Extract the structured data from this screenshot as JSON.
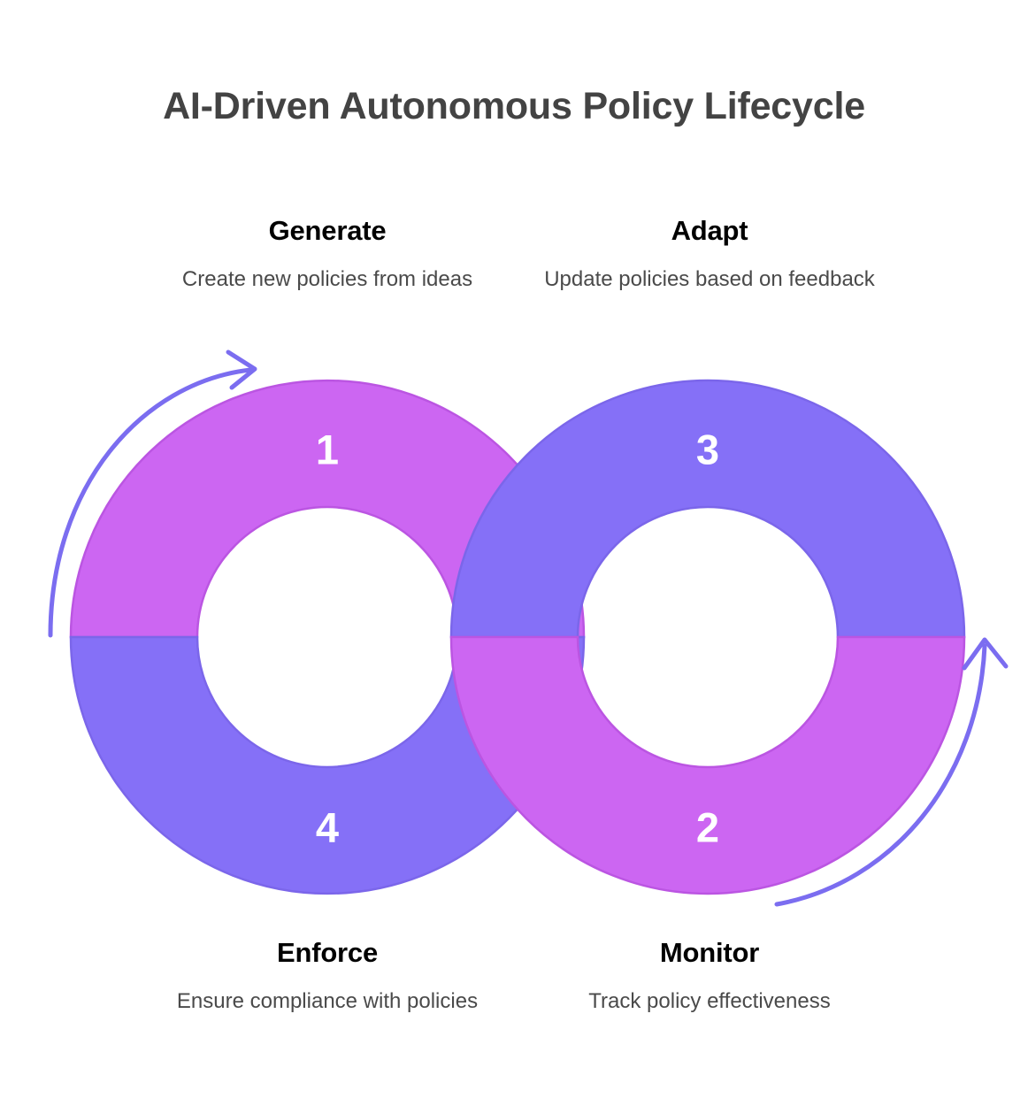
{
  "header": {
    "title": "AI-Driven Autonomous Policy Lifecycle"
  },
  "stages": [
    {
      "number": "1",
      "title": "Generate",
      "description": "Create new policies from ideas",
      "color": "#cc66f2",
      "position": "top-left"
    },
    {
      "number": "2",
      "title": "Monitor",
      "description": "Track policy effectiveness",
      "color": "#cc66f2",
      "position": "bottom-right"
    },
    {
      "number": "3",
      "title": "Adapt",
      "description": "Update policies based on feedback",
      "color": "#8570f7",
      "position": "top-right"
    },
    {
      "number": "4",
      "title": "Enforce",
      "description": "Ensure compliance with policies",
      "color": "#8570f7",
      "position": "bottom-left"
    }
  ],
  "colors": {
    "magenta": "#cc66f2",
    "magenta_stroke": "#bb55e2",
    "violet": "#8570f7",
    "violet_stroke": "#7b66ea",
    "arrow": "#7b6df0",
    "title_text": "#434343",
    "stage_title_text": "#000000",
    "stage_desc_text": "#4a4a4a",
    "background": "#ffffff",
    "number_text": "#ffffff"
  },
  "arrows": [
    {
      "name": "left-flow-arrow",
      "direction": "clockwise-up-right"
    },
    {
      "name": "right-flow-arrow",
      "direction": "counterclockwise-up"
    }
  ]
}
